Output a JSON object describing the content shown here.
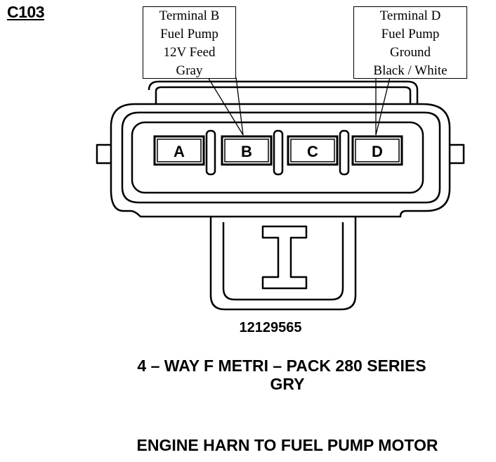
{
  "connector_id": "C103",
  "callouts": {
    "terminal_b": {
      "lines": [
        "Terminal B",
        "Fuel Pump",
        "12V Feed",
        "Gray"
      ]
    },
    "terminal_d": {
      "lines": [
        "Terminal D",
        "Fuel Pump",
        "Ground",
        "Black / White"
      ]
    }
  },
  "terminals": [
    {
      "label": "A"
    },
    {
      "label": "B"
    },
    {
      "label": "C"
    },
    {
      "label": "D"
    }
  ],
  "part_number": "12129565",
  "series": {
    "line1": "4 – WAY F METRI – PACK 280 SERIES",
    "line2": "GRY"
  },
  "footer": "ENGINE HARN TO FUEL PUMP MOTOR"
}
